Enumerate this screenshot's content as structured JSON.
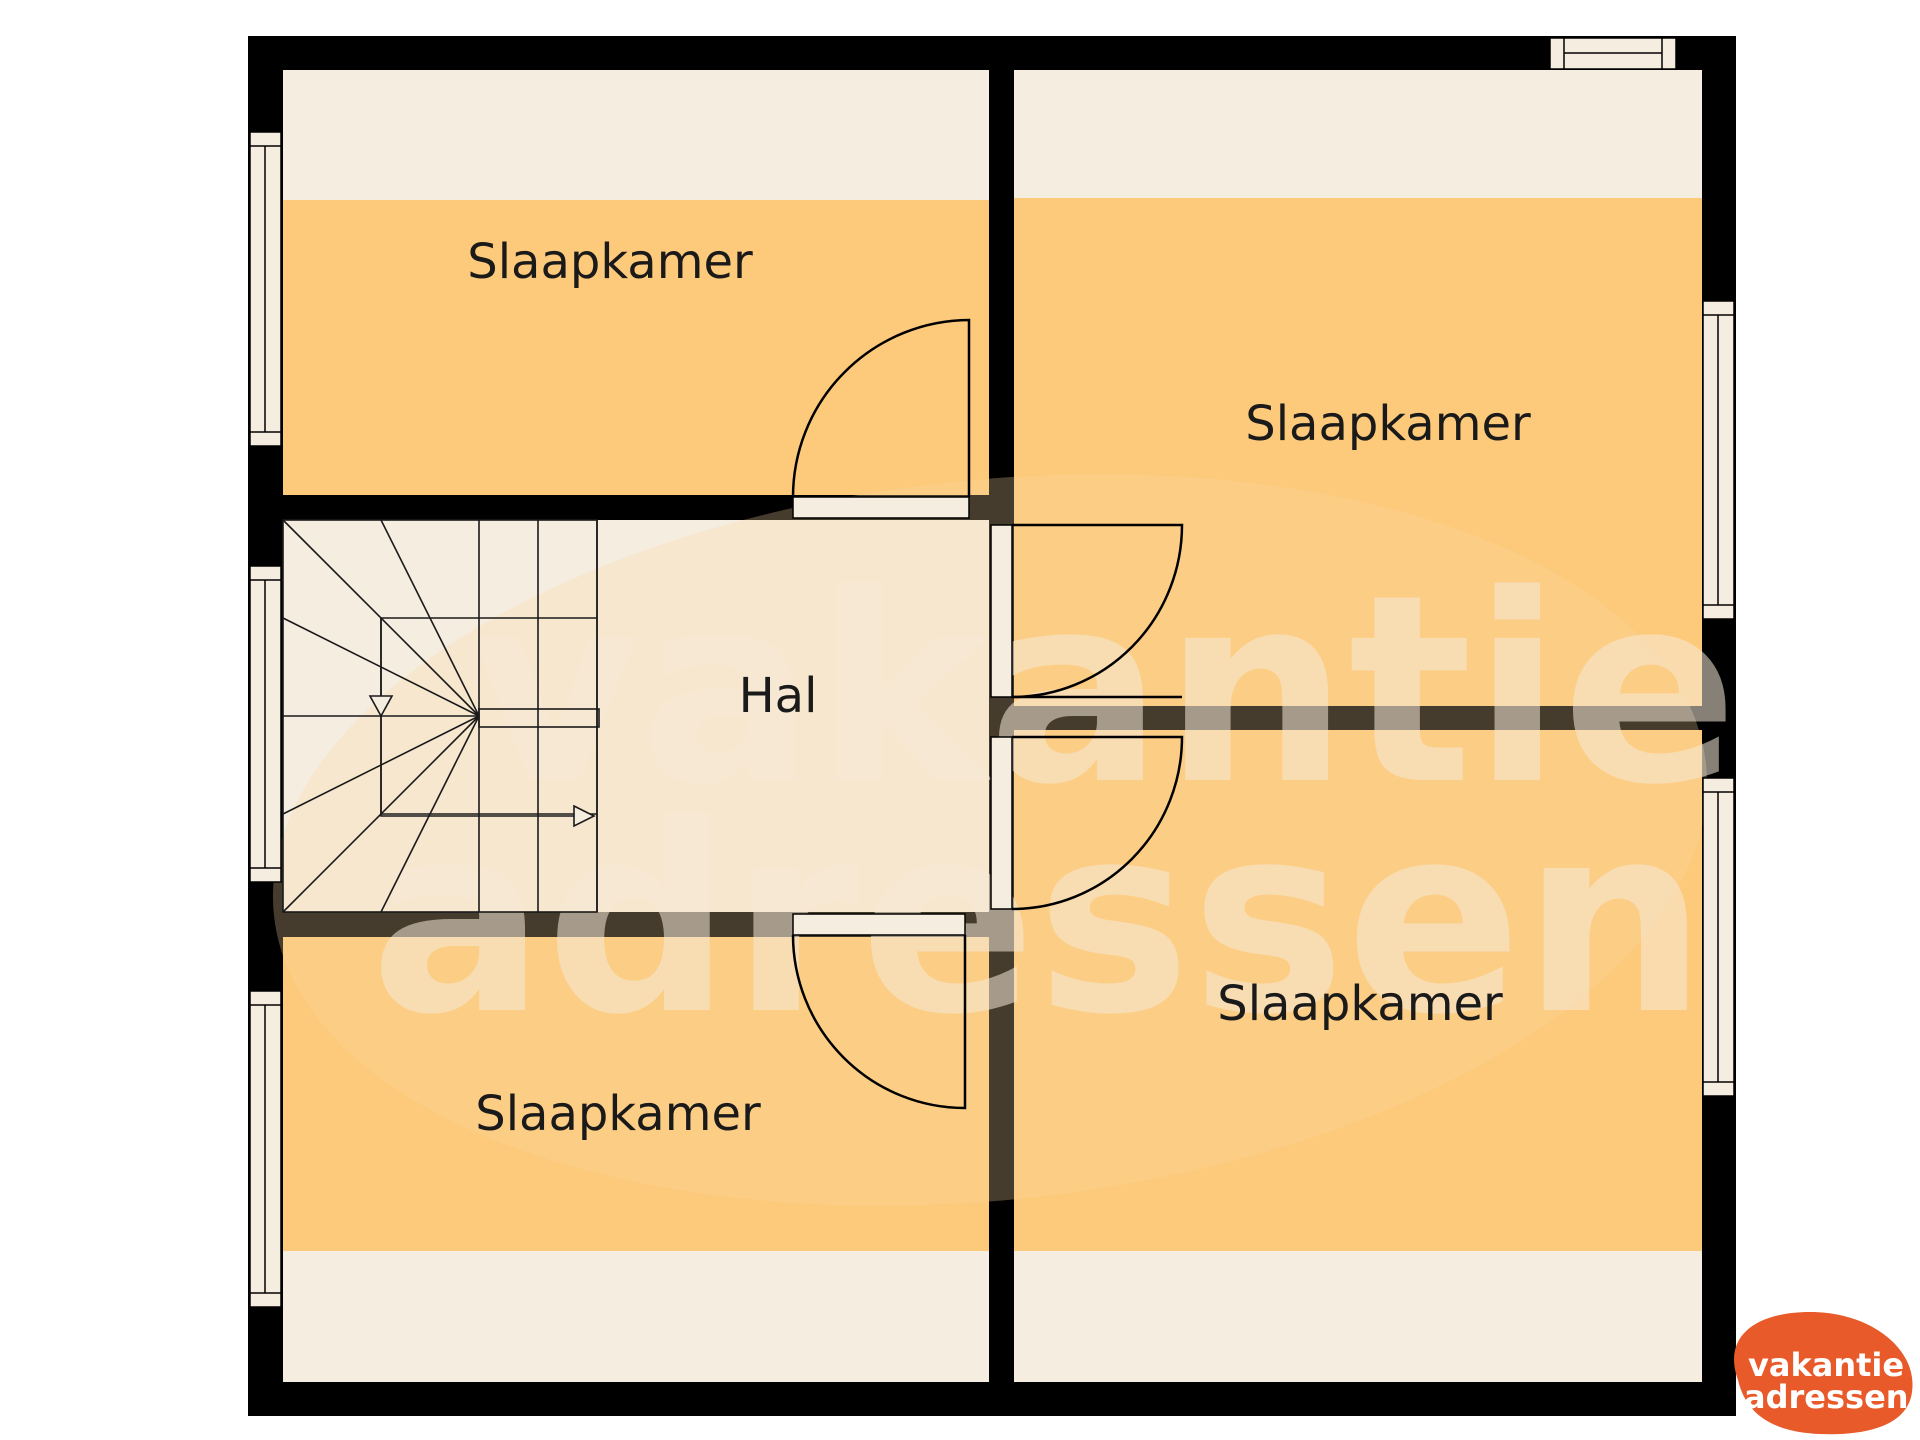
{
  "rooms": {
    "top_left": "Slaapkamer",
    "top_right": "Slaapkamer",
    "hall": "Hal",
    "bottom_left": "Slaapkamer",
    "bottom_right": "Slaapkamer"
  },
  "logo": {
    "line1": "vakantie",
    "line2": "adressen"
  },
  "watermark": {
    "line1": "vakantie",
    "line2": "adressen"
  },
  "colors": {
    "wall": "#000000",
    "room_fill": "#fdc97a",
    "attic_fill": "#f6ede1",
    "hall_fill": "#f6ede1",
    "logo": "#e95a2a"
  }
}
